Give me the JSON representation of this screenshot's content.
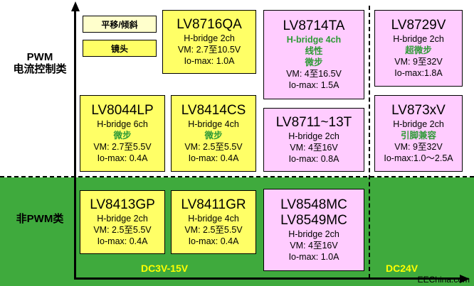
{
  "labels": {
    "pwm_top": "PWM",
    "pwm_bottom": "电流控制类",
    "non_pwm": "非PWM类",
    "legend_tilt": "平移/倾斜",
    "legend_lens": "镜头",
    "range_low": "DC3V-15V",
    "range_high": "DC24V",
    "watermark": "EEChina.com"
  },
  "colors": {
    "lens_box": "#ffff66",
    "tilt_box": "#ffccff",
    "non_pwm_band": "#3faa3d",
    "feature_text": "#2e9a36",
    "range_text": "#ffff00"
  },
  "chips": {
    "lv8716qa": {
      "title": "LV8716QA",
      "l1": "H-bridge 2ch",
      "l2": "VM: 2.7至10.5V",
      "l3": "Io-max: 1.0A"
    },
    "lv8714ta": {
      "title": "LV8714TA",
      "f1": "H-bridge 4ch",
      "f2": "线性",
      "f3": "微步",
      "l1": "VM: 4至16.5V",
      "l2": "Io-max: 1.5A"
    },
    "lv8729v": {
      "title": "LV8729V",
      "l1": "H-bridge 2ch",
      "f1": "超微步",
      "l2": "VM: 9至32V",
      "l3": "Io-max:1.8A"
    },
    "lv8044lp": {
      "title": "LV8044LP",
      "l1": "H-bridge 6ch",
      "f1": "微步",
      "l2": "VM: 2.7至5.5V",
      "l3": "Io-max: 0.4A"
    },
    "lv8414cs": {
      "title": "LV8414CS",
      "l1": "H-bridge 4ch",
      "f1": "微步",
      "l2": "VM: 2.5至5.5V",
      "l3": "Io-max: 0.4A"
    },
    "lv8711": {
      "title": "LV8711~13T",
      "l1": "H-bridge 2ch",
      "l2": "VM: 4至16V",
      "l3": "Io-max: 0.8A"
    },
    "lv873xv": {
      "title": "LV873xV",
      "l1": "H-bridge 2ch",
      "f1": "引脚兼容",
      "l2": "VM: 9至32V",
      "l3": "Io-max:1.0～2.5A"
    },
    "lv8413gp": {
      "title": "LV8413GP",
      "l1": "H-bridge 2ch",
      "l2": "VM: 2.5至5.5V",
      "l3": "Io-max: 0.4A"
    },
    "lv8411gr": {
      "title": "LV8411GR",
      "l1": "H-bridge 4ch",
      "l2": "VM: 2.5至5.5V",
      "l3": "Io-max: 0.4A"
    },
    "lv8548": {
      "title": "LV8548MC",
      "title2": "LV8549MC",
      "l1": "H-bridge 2ch",
      "l2": "VM: 4至16V",
      "l3": "Io-max: 1.0A"
    }
  }
}
